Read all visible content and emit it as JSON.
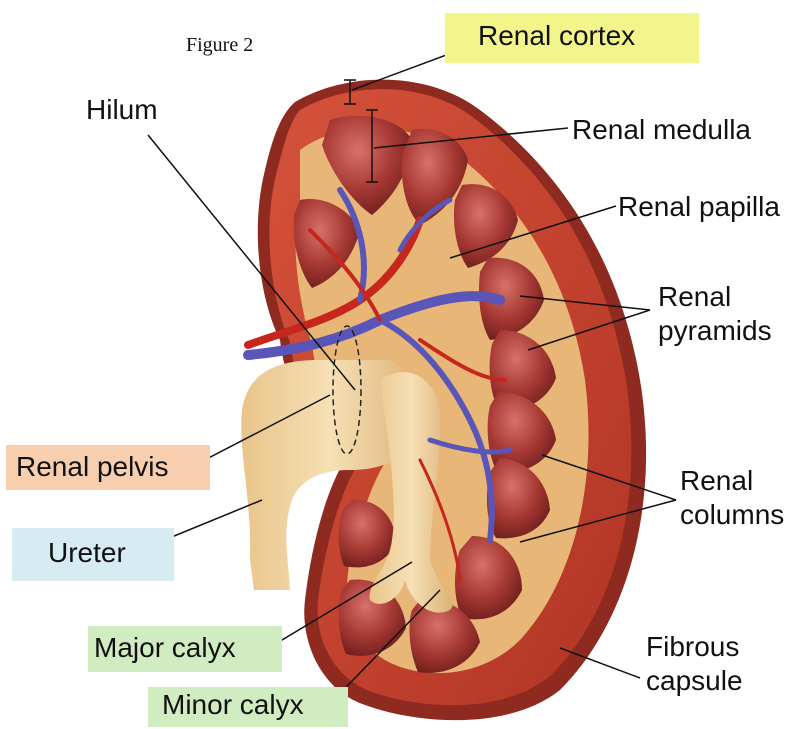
{
  "figure": {
    "caption": "Figure 2"
  },
  "labels": {
    "renal_cortex": "Renal cortex",
    "renal_medulla": "Renal medulla",
    "renal_papilla": "Renal papilla",
    "renal_pyramids_1": "Renal",
    "renal_pyramids_2": "pyramids",
    "hilum": "Hilum",
    "renal_pelvis": "Renal pelvis",
    "ureter": "Ureter",
    "renal_columns_1": "Renal",
    "renal_columns_2": "columns",
    "fibrous_capsule_1": "Fibrous",
    "fibrous_capsule_2": "capsule",
    "major_calyx": "Major calyx",
    "minor_calyx": "Minor calyx"
  },
  "colors": {
    "cortex": "#c2402e",
    "capsule": "#8e2a1f",
    "pyramid": "#a83a35",
    "pelvis": "#f2d7a6",
    "vein": "#5a55b8",
    "artery": "#c6261b",
    "highlight_yellow": "#f1f58a",
    "highlight_orange": "#f7cfae",
    "highlight_blue": "#d7ebf3",
    "highlight_green": "#d2ecc2"
  }
}
